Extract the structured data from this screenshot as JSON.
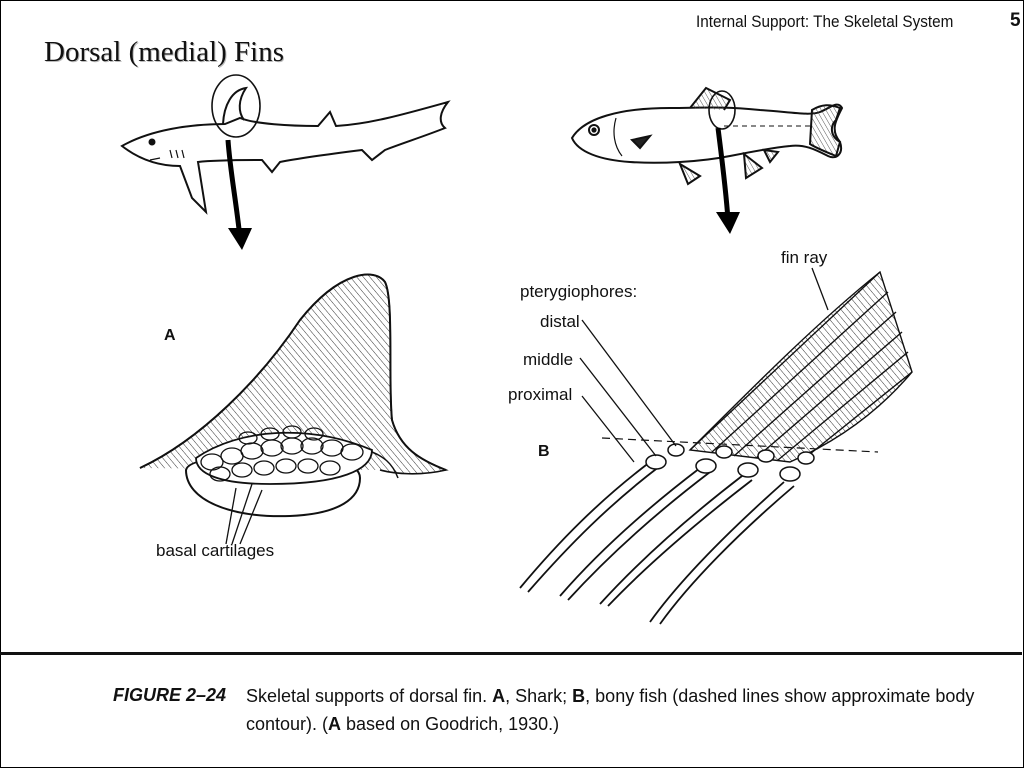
{
  "slide": {
    "title": "Dorsal (medial) Fins"
  },
  "book": {
    "running_head": "Internal Support: The Skeletal System",
    "page_number": "5"
  },
  "figure": {
    "panel_a": "A",
    "panel_b": "B",
    "labels": {
      "basal": "basal cartilages",
      "pterygiophores": "pterygiophores:",
      "distal": "distal",
      "middle": "middle",
      "proximal": "proximal",
      "fin_ray": "fin ray"
    },
    "number": "FIGURE 2–24",
    "caption": {
      "p1": "Skeletal supports of dorsal fin. ",
      "a": "A",
      "p2": ", Shark; ",
      "b": "B",
      "p3": ", bony fish (dashed lines show approximate body contour). (",
      "a2": "A",
      "p4": " based on Goodrich, 1930.)"
    }
  }
}
